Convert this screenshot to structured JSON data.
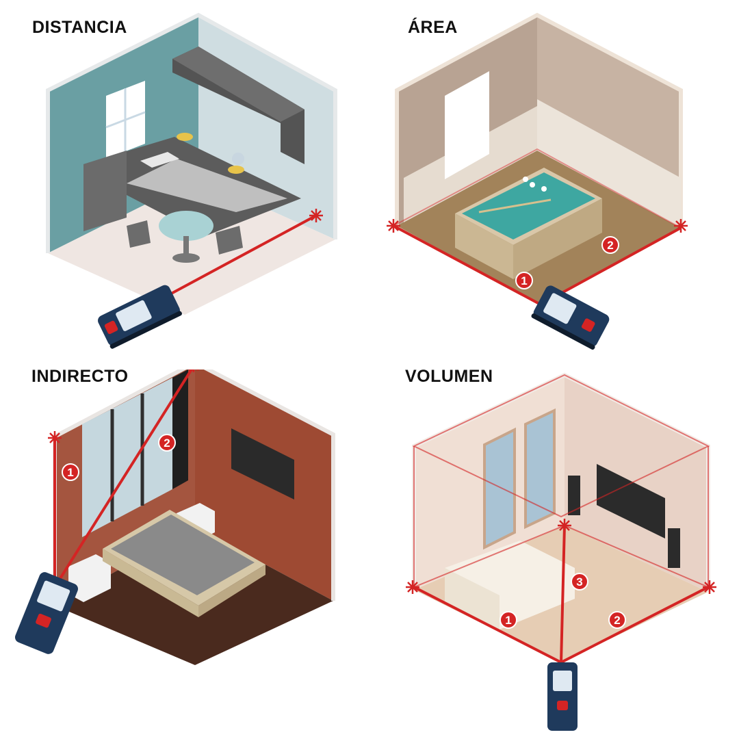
{
  "modes": [
    {
      "id": "distance",
      "title": "DISTANCIA",
      "steps": []
    },
    {
      "id": "area",
      "title": "ÁREA",
      "steps": [
        "1",
        "2"
      ]
    },
    {
      "id": "indirect",
      "title": "INDIRECTO",
      "steps": [
        "1",
        "2"
      ]
    },
    {
      "id": "volume",
      "title": "VOLUMEN",
      "steps": [
        "1",
        "2",
        "3"
      ]
    }
  ],
  "colors": {
    "laser": "#d42424",
    "device_body": "#1f3a5c",
    "device_button": "#d42424",
    "title_text": "#111111"
  },
  "icons": [
    "laser-measure-device-icon",
    "laser-target-burst-icon",
    "step-number-badge-icon"
  ]
}
